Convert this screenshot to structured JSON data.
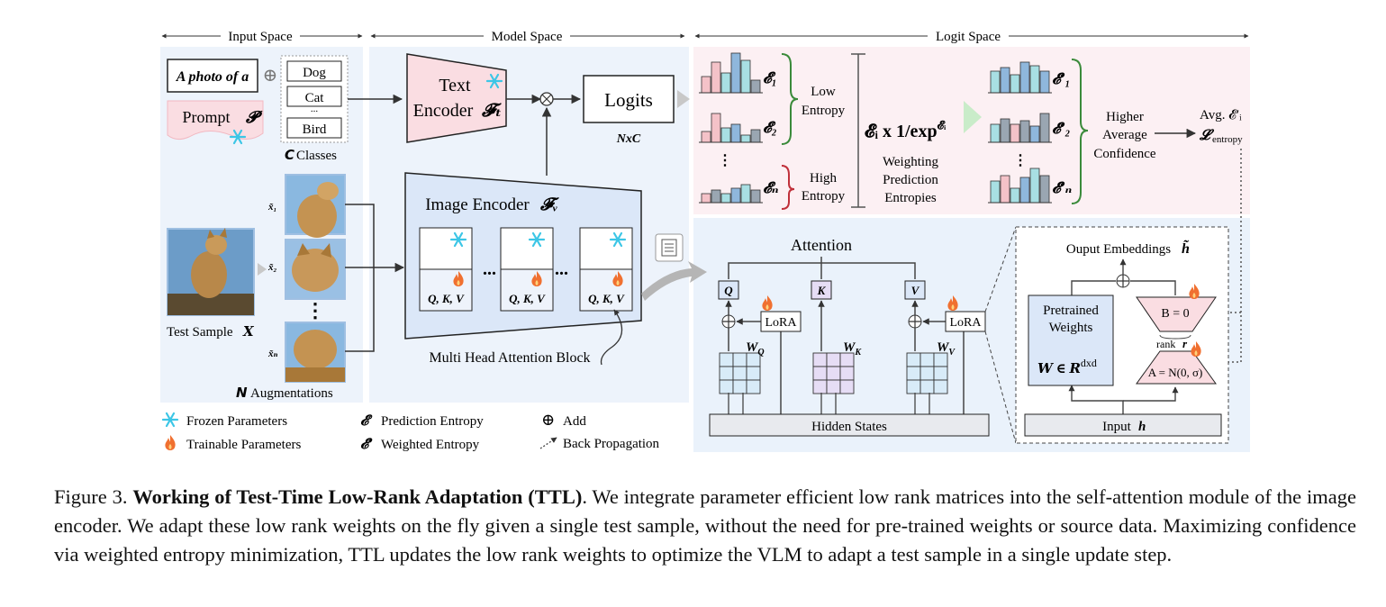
{
  "sections": {
    "input_space": "Input Space",
    "model_space": "Model Space",
    "logit_space": "Logit Space"
  },
  "input": {
    "prompt_text": "A photo of a",
    "prompt_label": "Prompt",
    "prompt_symbol": "𝓟",
    "classes": [
      "Dog",
      "Cat",
      "...",
      "Bird"
    ],
    "classes_symbol": "𝘾",
    "classes_label": "Classes",
    "test_sample_label": "Test Sample",
    "test_sample_symbol": "𝑿",
    "aug_labels": [
      "x̃₁",
      "x̃₂",
      "x̃ₙ"
    ],
    "aug_symbol": "𝙉",
    "aug_label": "Augmentations"
  },
  "model": {
    "text_encoder_line1": "Text",
    "text_encoder_line2": "Encoder",
    "text_encoder_symbol": "𝓕ₜ",
    "logits_label": "Logits",
    "logits_dims": "NxC",
    "image_encoder_label": "Image Encoder",
    "image_encoder_symbol": "𝓕ᵥ",
    "qkv_label": "Q, K, V",
    "ellipsis": "...",
    "mha_label": "Multi Head Attention Block"
  },
  "logit": {
    "entropies": [
      "𝓔₁",
      "𝓔₂",
      "𝓔ₙ"
    ],
    "weighted_entropies": [
      "𝓔′₁",
      "𝓔′₂",
      "𝓔′ₙ"
    ],
    "low_entropy": [
      "Low",
      "Entropy"
    ],
    "high_entropy": [
      "High",
      "Entropy"
    ],
    "formula": "𝓔ᵢ x 1/exp",
    "formula_sup": "𝓔ᵢ",
    "weighting": [
      "Weighting",
      "Prediction",
      "Entropies"
    ],
    "higher_conf": [
      "Higher",
      "Average",
      "Confidence"
    ],
    "avg_label": "Avg. 𝓔′ᵢ",
    "loss_symbol": "𝓛",
    "loss_sub": "entropy",
    "vdots": "⋮"
  },
  "attention": {
    "title": "Attention",
    "q": "Q",
    "k": "K",
    "v": "V",
    "lora": "LoRA",
    "wq": "W",
    "wq_sub": "Q",
    "wk": "W",
    "wk_sub": "K",
    "wv": "W",
    "wv_sub": "V",
    "hidden_states": "Hidden States"
  },
  "lora_detail": {
    "output_label": "Ouput Embeddings",
    "output_symbol": "h̃",
    "pretrained": [
      "Pretrained",
      "Weights"
    ],
    "w_formula": "𝑾 ∈ 𝑹",
    "w_sup": "dxd",
    "b_label": "B = 0",
    "rank_label": "rank",
    "rank_symbol": "r",
    "a_label": "A = N(0, σ)",
    "input_label": "Input",
    "input_symbol": "h"
  },
  "legend": {
    "frozen": "Frozen Parameters",
    "trainable": "Trainable Parameters",
    "pred_entropy_symbol": "𝓔",
    "pred_entropy": "Prediction Entropy",
    "weighted_entropy_symbol": "𝓔′",
    "weighted_entropy": "Weighted Entropy",
    "add_symbol": "⊕",
    "add": "Add",
    "backprop": "Back Propagation"
  },
  "caption": {
    "figure_label": "Figure 3.",
    "title": "Working of Test-Time Low-Rank Adaptation (TTL)",
    "body": ". We integrate parameter efficient low rank matrices into the self-attention module of the image encoder. We adapt these low rank weights on the fly given a single test sample, without the need for pre-trained weights or source data. Maximizing confidence via weighted entropy minimization, TTL updates the low rank weights to optimize the VLM to adapt a test sample in a single update step."
  },
  "colors": {
    "bar_pink": "#f4c2c8",
    "bar_teal": "#a8dfe3",
    "bar_blue": "#8fb7dc",
    "bar_gray": "#9aa6b2",
    "snowflake": "#3cc6e6",
    "flame": "#f07030",
    "panel_blue": "#eaf2fb",
    "panel_pink": "#fcf0f3",
    "encoder_blue": "#dbe7f8",
    "encoder_pink": "#fadde2",
    "grid_blue": "#d8ebf8",
    "grid_purple": "#e6ddf5"
  }
}
